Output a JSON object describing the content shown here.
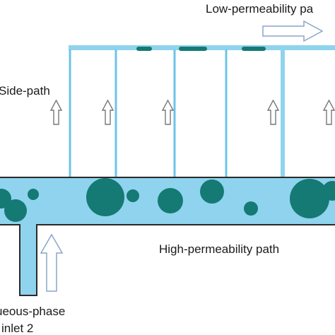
{
  "labels": {
    "low_path": "Low-permeability pa",
    "side_path": "Side-path",
    "high_path": "High-permeability path",
    "aqueous_line1": "ueous-phase",
    "aqueous_line2": "inlet 2"
  },
  "colors": {
    "channel_fill": "#8fd3ee",
    "droplet": "#147a73",
    "wall": "#2a2a2a",
    "side_wall": "#6cc4e8",
    "arrow_outline": "#8aa6c8",
    "arrow_fill": "#ffffff",
    "text": "#1a1a1a"
  },
  "diagram": {
    "side_path_count": 5,
    "arrows": [
      "flow-right-arrow",
      "inlet-up-arrow",
      "side-up-arrow"
    ]
  }
}
